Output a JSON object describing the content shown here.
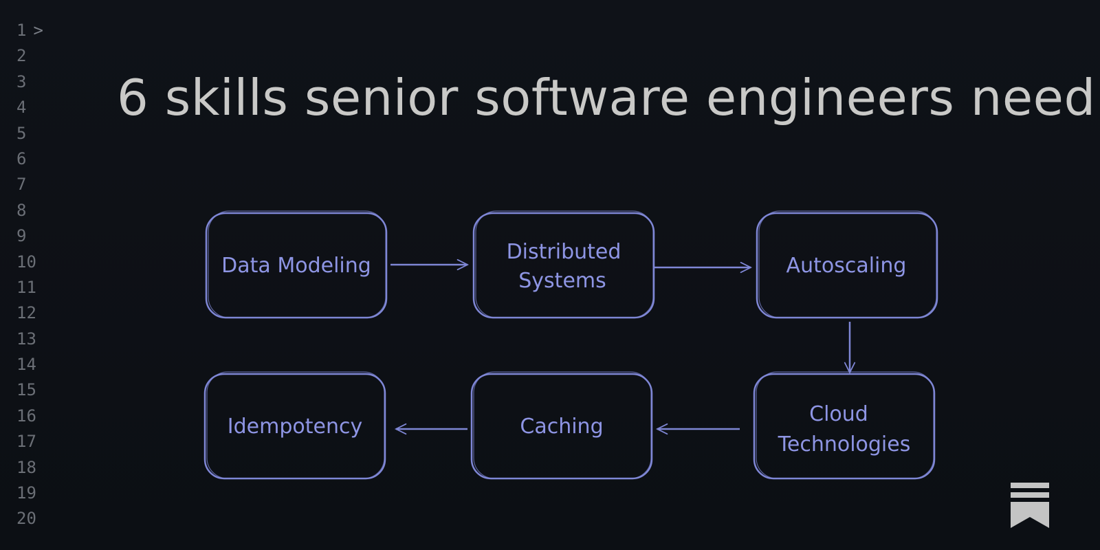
{
  "line_numbers": [
    "1",
    "2",
    "3",
    "4",
    "5",
    "6",
    "7",
    "8",
    "9",
    "10",
    "11",
    "12",
    "13",
    "14",
    "15",
    "16",
    "17",
    "18",
    "19",
    "20"
  ],
  "first_line_marker": ">",
  "title": "6 skills senior software engineers need",
  "flow": {
    "nodes": [
      {
        "id": "data-modeling",
        "lines": [
          "Data Modeling"
        ]
      },
      {
        "id": "distributed-systems",
        "lines": [
          "Distributed",
          "Systems"
        ]
      },
      {
        "id": "autoscaling",
        "lines": [
          "Autoscaling"
        ]
      },
      {
        "id": "cloud-technologies",
        "lines": [
          "Cloud",
          "Technologies"
        ]
      },
      {
        "id": "caching",
        "lines": [
          "Caching"
        ]
      },
      {
        "id": "idempotency",
        "lines": [
          "Idempotency"
        ]
      }
    ],
    "edges": [
      {
        "from": "data-modeling",
        "to": "distributed-systems"
      },
      {
        "from": "distributed-systems",
        "to": "autoscaling"
      },
      {
        "from": "autoscaling",
        "to": "cloud-technologies"
      },
      {
        "from": "cloud-technologies",
        "to": "caching"
      },
      {
        "from": "caching",
        "to": "idempotency"
      }
    ]
  },
  "colors": {
    "background": "#0d1015",
    "stroke": "#7f87d6",
    "label": "#8e95e4",
    "title": "#c9c9c7",
    "line_numbers": "#6b6f76",
    "logo": "#c4c4c4"
  },
  "logo_icon": "bookmark-stack-icon"
}
